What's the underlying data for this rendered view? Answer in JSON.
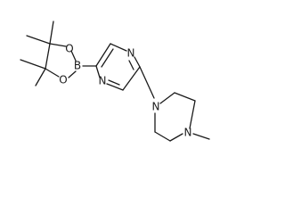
{
  "molecule": {
    "atom_labels": {
      "boron": "B",
      "ring_oxygen_upper": "O",
      "ring_oxygen_lower": "O",
      "pyrazine_nitrogen_upper": "N",
      "pyrazine_nitrogen_lower": "N",
      "piperazine_nitrogen_left": "N",
      "piperazine_nitrogen_right": "N"
    },
    "colors": {
      "line": "#1a1a1a",
      "label": "#1a1a1a",
      "background": "#ffffff"
    }
  }
}
